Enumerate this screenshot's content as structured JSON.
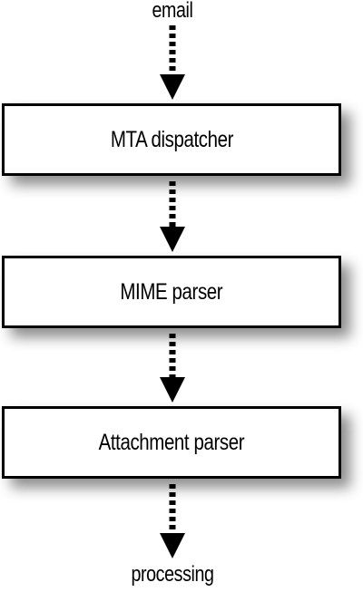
{
  "diagram": {
    "input_label": "email",
    "steps": [
      {
        "label": "MTA dispatcher"
      },
      {
        "label": "MIME parser"
      },
      {
        "label": "Attachment parser"
      }
    ],
    "output_label": "processing"
  }
}
